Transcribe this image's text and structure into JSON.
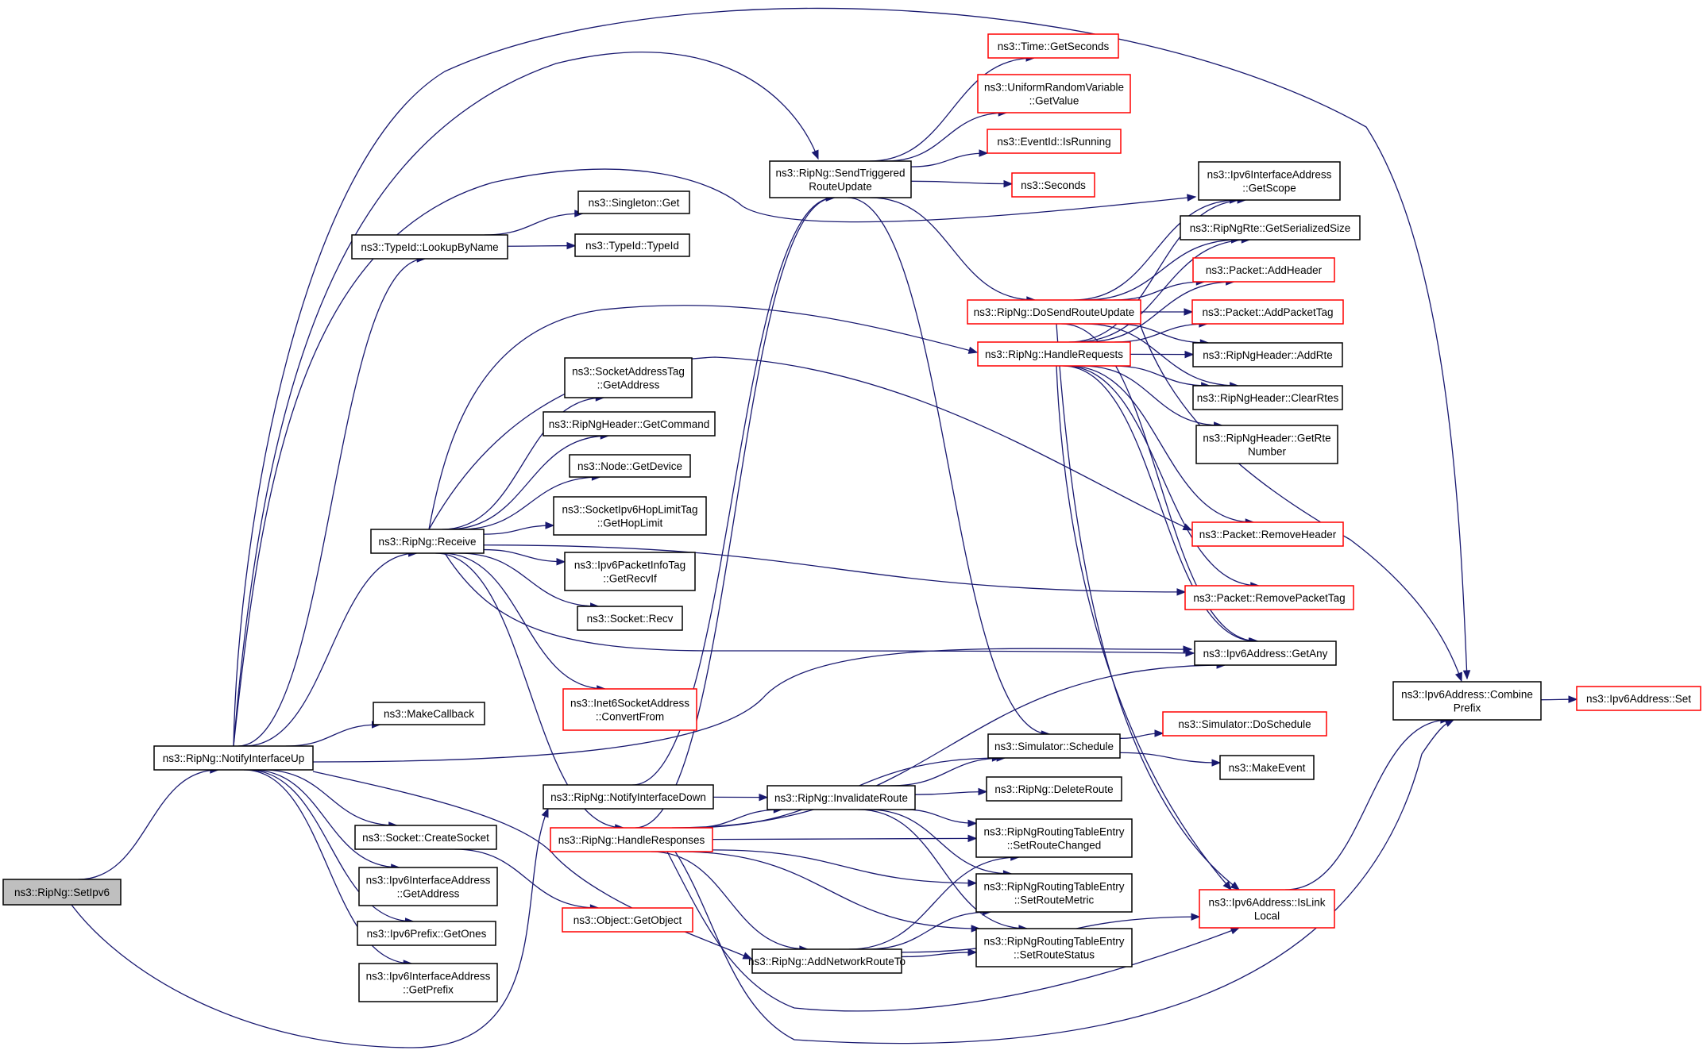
{
  "graph": {
    "type": "call-graph",
    "colors": {
      "edge": "#191970",
      "border_normal": "#000000",
      "border_truncated": "#ff0000",
      "root_fill": "#bfbfbf"
    },
    "nodes": [
      {
        "id": "setipv6",
        "lines": [
          "ns3::RipNg::SetIpv6"
        ],
        "style": "root"
      },
      {
        "id": "notifyup",
        "lines": [
          "ns3::RipNg::NotifyInterfaceUp"
        ],
        "style": "black"
      },
      {
        "id": "lookupbyname",
        "lines": [
          "ns3::TypeId::LookupByName"
        ],
        "style": "black"
      },
      {
        "id": "singletonget",
        "lines": [
          "ns3::Singleton::Get"
        ],
        "style": "black"
      },
      {
        "id": "typeidtypeid",
        "lines": [
          "ns3::TypeId::TypeId"
        ],
        "style": "black"
      },
      {
        "id": "receive",
        "lines": [
          "ns3::RipNg::Receive"
        ],
        "style": "black"
      },
      {
        "id": "sockaddrtag",
        "lines": [
          "ns3::SocketAddressTag",
          "::GetAddress"
        ],
        "style": "black"
      },
      {
        "id": "getcommand",
        "lines": [
          "ns3::RipNgHeader::GetCommand"
        ],
        "style": "black"
      },
      {
        "id": "getdevice",
        "lines": [
          "ns3::Node::GetDevice"
        ],
        "style": "black"
      },
      {
        "id": "gethoplimit",
        "lines": [
          "ns3::SocketIpv6HopLimitTag",
          "::GetHopLimit"
        ],
        "style": "black"
      },
      {
        "id": "getrecvif",
        "lines": [
          "ns3::Ipv6PacketInfoTag",
          "::GetRecvIf"
        ],
        "style": "black"
      },
      {
        "id": "socketrecv",
        "lines": [
          "ns3::Socket::Recv"
        ],
        "style": "black"
      },
      {
        "id": "convertfrom",
        "lines": [
          "ns3::Inet6SocketAddress",
          "::ConvertFrom"
        ],
        "style": "red"
      },
      {
        "id": "makecallback",
        "lines": [
          "ns3::MakeCallback"
        ],
        "style": "black"
      },
      {
        "id": "createsocket",
        "lines": [
          "ns3::Socket::CreateSocket"
        ],
        "style": "black"
      },
      {
        "id": "ifaddrgetaddress",
        "lines": [
          "ns3::Ipv6InterfaceAddress",
          "::GetAddress"
        ],
        "style": "black"
      },
      {
        "id": "getones",
        "lines": [
          "ns3::Ipv6Prefix::GetOnes"
        ],
        "style": "black"
      },
      {
        "id": "getprefix",
        "lines": [
          "ns3::Ipv6InterfaceAddress",
          "::GetPrefix"
        ],
        "style": "black"
      },
      {
        "id": "notifydown",
        "lines": [
          "ns3::RipNg::NotifyInterfaceDown"
        ],
        "style": "black"
      },
      {
        "id": "handleresponses",
        "lines": [
          "ns3::RipNg::HandleResponses"
        ],
        "style": "red"
      },
      {
        "id": "getobject",
        "lines": [
          "ns3::Object::GetObject"
        ],
        "style": "red"
      },
      {
        "id": "sendtriggered",
        "lines": [
          "ns3::RipNg::SendTriggered",
          "RouteUpdate"
        ],
        "style": "black"
      },
      {
        "id": "getseconds",
        "lines": [
          "ns3::Time::GetSeconds"
        ],
        "style": "red"
      },
      {
        "id": "getvalue",
        "lines": [
          "ns3::UniformRandomVariable",
          "::GetValue"
        ],
        "style": "red"
      },
      {
        "id": "isrunning",
        "lines": [
          "ns3::EventId::IsRunning"
        ],
        "style": "red"
      },
      {
        "id": "seconds",
        "lines": [
          "ns3::Seconds"
        ],
        "style": "red"
      },
      {
        "id": "dosendroute",
        "lines": [
          "ns3::RipNg::DoSendRouteUpdate"
        ],
        "style": "red"
      },
      {
        "id": "handlerequests",
        "lines": [
          "ns3::RipNg::HandleRequests"
        ],
        "style": "red"
      },
      {
        "id": "invalidateroute",
        "lines": [
          "ns3::RipNg::InvalidateRoute"
        ],
        "style": "black"
      },
      {
        "id": "addnetworkroute",
        "lines": [
          "ns3::RipNg::AddNetworkRouteTo"
        ],
        "style": "black"
      },
      {
        "id": "schedule",
        "lines": [
          "ns3::Simulator::Schedule"
        ],
        "style": "black"
      },
      {
        "id": "deleteroute",
        "lines": [
          "ns3::RipNg::DeleteRoute"
        ],
        "style": "black"
      },
      {
        "id": "setroutechanged",
        "lines": [
          "ns3::RipNgRoutingTableEntry",
          "::SetRouteChanged"
        ],
        "style": "black"
      },
      {
        "id": "setroutemetric",
        "lines": [
          "ns3::RipNgRoutingTableEntry",
          "::SetRouteMetric"
        ],
        "style": "black"
      },
      {
        "id": "setroutestatus",
        "lines": [
          "ns3::RipNgRoutingTableEntry",
          "::SetRouteStatus"
        ],
        "style": "black"
      },
      {
        "id": "getscope",
        "lines": [
          "ns3::Ipv6InterfaceAddress",
          "::GetScope"
        ],
        "style": "black"
      },
      {
        "id": "getserializedsize",
        "lines": [
          "ns3::RipNgRte::GetSerializedSize"
        ],
        "style": "black"
      },
      {
        "id": "addheader",
        "lines": [
          "ns3::Packet::AddHeader"
        ],
        "style": "red"
      },
      {
        "id": "addpackettag",
        "lines": [
          "ns3::Packet::AddPacketTag"
        ],
        "style": "red"
      },
      {
        "id": "addrte",
        "lines": [
          "ns3::RipNgHeader::AddRte"
        ],
        "style": "black"
      },
      {
        "id": "clearrtes",
        "lines": [
          "ns3::RipNgHeader::ClearRtes"
        ],
        "style": "black"
      },
      {
        "id": "getrtenumber",
        "lines": [
          "ns3::RipNgHeader::GetRte",
          "Number"
        ],
        "style": "black"
      },
      {
        "id": "removeheader",
        "lines": [
          "ns3::Packet::RemoveHeader"
        ],
        "style": "red"
      },
      {
        "id": "removepackettag",
        "lines": [
          "ns3::Packet::RemovePacketTag"
        ],
        "style": "red"
      },
      {
        "id": "getany",
        "lines": [
          "ns3::Ipv6Address::GetAny"
        ],
        "style": "black"
      },
      {
        "id": "doschedule",
        "lines": [
          "ns3::Simulator::DoSchedule"
        ],
        "style": "red"
      },
      {
        "id": "makeevent",
        "lines": [
          "ns3::MakeEvent"
        ],
        "style": "black"
      },
      {
        "id": "islinklocal",
        "lines": [
          "ns3::Ipv6Address::IsLink",
          "Local"
        ],
        "style": "red"
      },
      {
        "id": "combineprefix",
        "lines": [
          "ns3::Ipv6Address::Combine",
          "Prefix"
        ],
        "style": "black"
      },
      {
        "id": "ipv6addrset",
        "lines": [
          "ns3::Ipv6Address::Set"
        ],
        "style": "red"
      }
    ],
    "edges": [
      [
        "setipv6",
        "notifyup"
      ],
      [
        "setipv6",
        "notifydown"
      ],
      [
        "notifyup",
        "lookupbyname"
      ],
      [
        "notifyup",
        "receive"
      ],
      [
        "notifyup",
        "makecallback"
      ],
      [
        "notifyup",
        "createsocket"
      ],
      [
        "notifyup",
        "ifaddrgetaddress"
      ],
      [
        "notifyup",
        "getones"
      ],
      [
        "notifyup",
        "getprefix"
      ],
      [
        "notifyup",
        "sendtriggered"
      ],
      [
        "notifyup",
        "getscope"
      ],
      [
        "notifyup",
        "combineprefix"
      ],
      [
        "notifyup",
        "getany"
      ],
      [
        "notifyup",
        "addnetworkroute"
      ],
      [
        "lookupbyname",
        "singletonget"
      ],
      [
        "lookupbyname",
        "typeidtypeid"
      ],
      [
        "receive",
        "sockaddrtag"
      ],
      [
        "receive",
        "getcommand"
      ],
      [
        "receive",
        "getdevice"
      ],
      [
        "receive",
        "gethoplimit"
      ],
      [
        "receive",
        "getrecvif"
      ],
      [
        "receive",
        "socketrecv"
      ],
      [
        "receive",
        "convertfrom"
      ],
      [
        "receive",
        "handlerequests"
      ],
      [
        "receive",
        "handleresponses"
      ],
      [
        "receive",
        "removeheader"
      ],
      [
        "receive",
        "removepackettag"
      ],
      [
        "receive",
        "getany"
      ],
      [
        "createsocket",
        "getobject"
      ],
      [
        "notifydown",
        "invalidateroute"
      ],
      [
        "notifydown",
        "sendtriggered"
      ],
      [
        "handleresponses",
        "invalidateroute"
      ],
      [
        "handleresponses",
        "sendtriggered"
      ],
      [
        "handleresponses",
        "schedule"
      ],
      [
        "handleresponses",
        "getany"
      ],
      [
        "handleresponses",
        "setroutechanged"
      ],
      [
        "handleresponses",
        "setroutemetric"
      ],
      [
        "handleresponses",
        "setroutestatus"
      ],
      [
        "handleresponses",
        "addnetworkroute"
      ],
      [
        "handleresponses",
        "islinklocal"
      ],
      [
        "handleresponses",
        "combineprefix"
      ],
      [
        "sendtriggered",
        "getseconds"
      ],
      [
        "sendtriggered",
        "getvalue"
      ],
      [
        "sendtriggered",
        "isrunning"
      ],
      [
        "sendtriggered",
        "seconds"
      ],
      [
        "sendtriggered",
        "dosendroute"
      ],
      [
        "sendtriggered",
        "schedule"
      ],
      [
        "dosendroute",
        "getscope"
      ],
      [
        "dosendroute",
        "getserializedsize"
      ],
      [
        "dosendroute",
        "addheader"
      ],
      [
        "dosendroute",
        "addpackettag"
      ],
      [
        "dosendroute",
        "addrte"
      ],
      [
        "dosendroute",
        "clearrtes"
      ],
      [
        "dosendroute",
        "combineprefix"
      ],
      [
        "dosendroute",
        "getany"
      ],
      [
        "dosendroute",
        "islinklocal"
      ],
      [
        "handlerequests",
        "getscope"
      ],
      [
        "handlerequests",
        "getserializedsize"
      ],
      [
        "handlerequests",
        "addheader"
      ],
      [
        "handlerequests",
        "addpackettag"
      ],
      [
        "handlerequests",
        "addrte"
      ],
      [
        "handlerequests",
        "clearrtes"
      ],
      [
        "handlerequests",
        "getrtenumber"
      ],
      [
        "handlerequests",
        "removeheader"
      ],
      [
        "handlerequests",
        "removepackettag"
      ],
      [
        "handlerequests",
        "getany"
      ],
      [
        "handlerequests",
        "islinklocal"
      ],
      [
        "invalidateroute",
        "schedule"
      ],
      [
        "invalidateroute",
        "deleteroute"
      ],
      [
        "invalidateroute",
        "setroutechanged"
      ],
      [
        "invalidateroute",
        "setroutemetric"
      ],
      [
        "invalidateroute",
        "setroutestatus"
      ],
      [
        "addnetworkroute",
        "setroutechanged"
      ],
      [
        "addnetworkroute",
        "setroutemetric"
      ],
      [
        "addnetworkroute",
        "setroutestatus"
      ],
      [
        "addnetworkroute",
        "islinklocal"
      ],
      [
        "schedule",
        "doschedule"
      ],
      [
        "schedule",
        "makeevent"
      ],
      [
        "islinklocal",
        "combineprefix"
      ],
      [
        "combineprefix",
        "ipv6addrset"
      ]
    ]
  }
}
